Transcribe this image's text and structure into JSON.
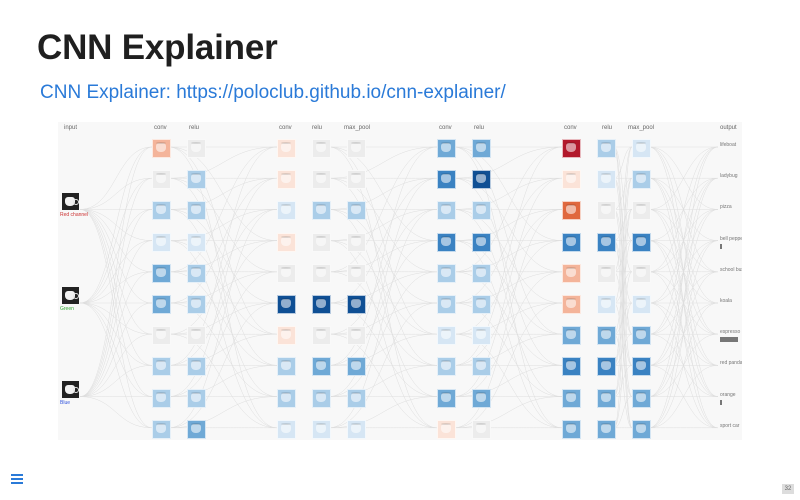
{
  "slide": {
    "title": "CNN Explainer",
    "link_text": "CNN Explainer: https://poloclub.github.io/cnn-explainer/",
    "page_number": "32",
    "menu_icon": "hamburger-menu-icon",
    "accent_color": "#2a7ad8"
  },
  "viz": {
    "layer_headers": [
      "input",
      "conv",
      "relu",
      "conv",
      "relu",
      "max_pool",
      "conv",
      "relu",
      "conv",
      "relu",
      "max_pool",
      "output"
    ],
    "inputs": [
      {
        "label": "Red channel",
        "color": "#cc3333"
      },
      {
        "label": "Green",
        "color": "#33aa33"
      },
      {
        "label": "Blue",
        "color": "#3355dd"
      }
    ],
    "outputs": [
      {
        "label": "lifeboat",
        "prob": 0.0
      },
      {
        "label": "ladybug",
        "prob": 0.0
      },
      {
        "label": "pizza",
        "prob": 0.0
      },
      {
        "label": "bell pepper",
        "prob": 0.01
      },
      {
        "label": "school bus",
        "prob": 0.0
      },
      {
        "label": "koala",
        "prob": 0.0
      },
      {
        "label": "espresso",
        "prob": 0.81
      },
      {
        "label": "red panda",
        "prob": 0.0
      },
      {
        "label": "orange",
        "prob": 0.05
      },
      {
        "label": "sport car",
        "prob": 0.0
      }
    ],
    "activations": [
      [
        "r2",
        "g",
        "b2",
        "b1",
        "b3",
        "b3",
        "g",
        "b2",
        "b2",
        "b2"
      ],
      [
        "g",
        "b2",
        "b2",
        "b1",
        "b2",
        "b2",
        "g",
        "b2",
        "b2",
        "b3"
      ],
      [
        "r1",
        "r1",
        "b1",
        "r1",
        "g",
        "b5",
        "r1",
        "b2",
        "b2",
        "b1"
      ],
      [
        "g",
        "g",
        "b2",
        "g",
        "g",
        "b5",
        "g",
        "b3",
        "b2",
        "b1"
      ],
      [
        "g",
        "g",
        "b2",
        "g",
        "g",
        "b5",
        "g",
        "b3",
        "b2",
        "b1"
      ],
      [
        "b3",
        "b4",
        "b2",
        "b4",
        "b2",
        "b2",
        "b1",
        "b2",
        "b3",
        "r1"
      ],
      [
        "b3",
        "b5",
        "b2",
        "b4",
        "b2",
        "b2",
        "b1",
        "b2",
        "b3",
        "g"
      ],
      [
        "r3",
        "r1",
        "r5",
        "b4",
        "r2",
        "r2",
        "b3",
        "b4",
        "b3",
        "b3"
      ],
      [
        "b2",
        "b1",
        "g",
        "b4",
        "g",
        "b1",
        "b3",
        "b4",
        "b3",
        "b3"
      ],
      [
        "b1",
        "b2",
        "g",
        "b4",
        "g",
        "b1",
        "b3",
        "b4",
        "b3",
        "b3"
      ]
    ]
  }
}
